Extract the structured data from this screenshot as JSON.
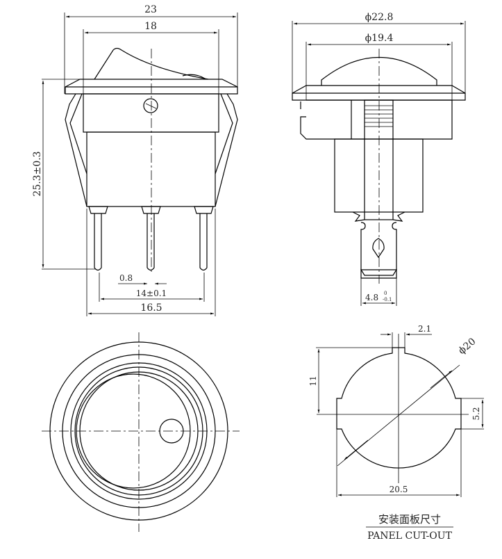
{
  "front_view": {
    "width_overall": "23",
    "width_body": "18",
    "height": "25.3±0.3",
    "pin_thickness": "0.8",
    "pin_pitch": "14±0.1",
    "pin_span": "16.5"
  },
  "side_view": {
    "flange_diameter": "ϕ22.8",
    "lens_diameter": "ϕ19.4",
    "terminal_width": "4.8",
    "terminal_tol_upper": "0",
    "terminal_tol_lower": "-0.1"
  },
  "cutout": {
    "slot_width": "2.1",
    "slot_height": "11",
    "hole_diameter": "ϕ20",
    "flat_height": "5.2",
    "overall_width": "20.5",
    "caption_cn": "安装面板尺寸",
    "caption_en": "PANEL CUT-OUT"
  }
}
